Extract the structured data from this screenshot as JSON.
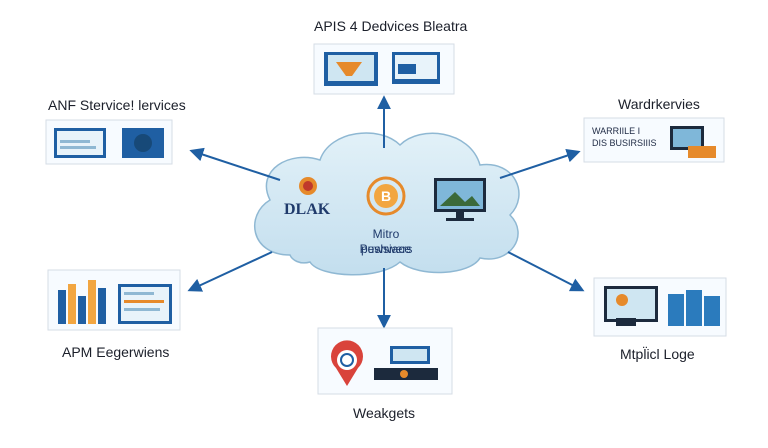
{
  "cloud": {
    "line1": "Mitro pewsiace",
    "line2": "Pushwers",
    "logo_text": "DLAK"
  },
  "nodes": {
    "top": {
      "label": "APIS 4 Dedvices Bleatra"
    },
    "top_left": {
      "label": "ANF Stervice! lervices"
    },
    "top_right": {
      "label": "Wardrkervies",
      "card_text_1": "WARRIILE I",
      "card_text_2": "DIS  BUSIRSIIIS"
    },
    "bottom_left": {
      "label": "APM Eegerwiens"
    },
    "bottom": {
      "label": "Weakgets"
    },
    "bottom_right": {
      "label": "Mtpl̈icl Loge"
    }
  },
  "colors": {
    "arrow": "#1f5fa3",
    "cloud_fill": "#cfe6f2",
    "cloud_stroke": "#8fb8d3",
    "accent_orange": "#e68a2b"
  },
  "icons": {
    "cloud_bitcoin": "bitcoin-icon",
    "cloud_monitor": "monitor-icon",
    "cloud_logo": "logo-icon",
    "bottom_refresh": "refresh-pin-icon"
  }
}
